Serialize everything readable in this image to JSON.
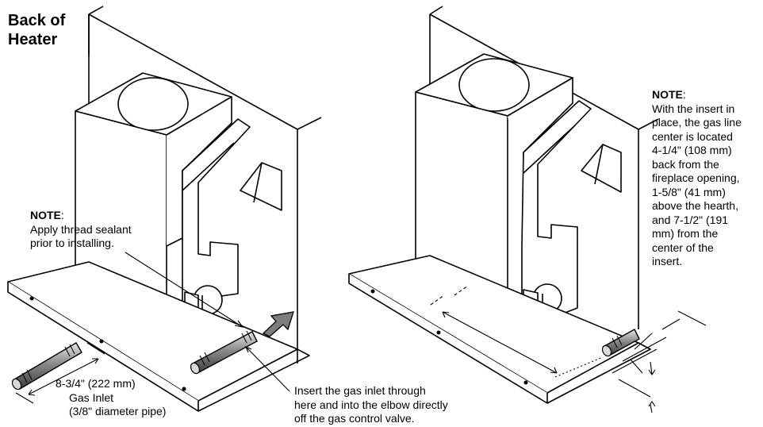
{
  "heading": {
    "line1": "Back of",
    "line2": "Heater"
  },
  "note_left": {
    "title": "NOTE",
    "colon": ":",
    "lines": [
      "Apply thread sealant",
      "prior to installing."
    ]
  },
  "pipe_label": {
    "dimension": "8-3/4\" (222 mm)",
    "name": "Gas Inlet",
    "spec": "(3/8\" diameter pipe)"
  },
  "insert_instruction": {
    "lines": [
      "Insert the gas inlet through",
      "here and into the elbow directly",
      "off the gas control valve."
    ]
  },
  "note_right": {
    "title": "NOTE",
    "colon": ":",
    "lines": [
      "With the insert in",
      "place, the gas line",
      "center is located",
      "4-1/4\" (108 mm)",
      "back from the",
      "fireplace opening,",
      "1-5/8\" (41 mm)",
      "above the hearth,",
      "and 7-1/2\" (191",
      "mm) from the",
      "center of the",
      "insert."
    ]
  }
}
